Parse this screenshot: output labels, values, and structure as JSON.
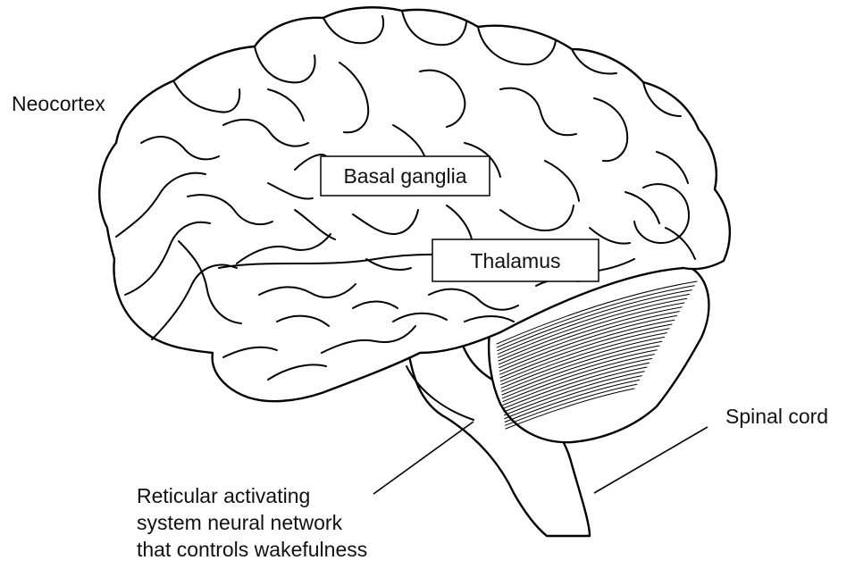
{
  "labels": {
    "neocortex": "Neocortex",
    "basal_ganglia": "Basal ganglia",
    "thalamus": "Thalamus",
    "spinal_cord": "Spinal cord",
    "ras_lines": [
      "Reticular activating",
      "system neural network",
      "that controls wakefulness"
    ]
  }
}
